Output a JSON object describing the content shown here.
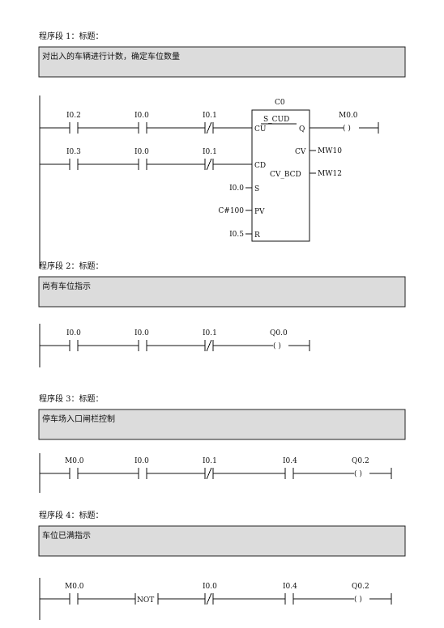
{
  "networks": [
    {
      "heading": "程序段 1：标题：",
      "comment": "对出入的车辆进行计数，确定车位数量",
      "rung1": {
        "c1": "I0.2",
        "c2": "I0.0",
        "c3": "I0.1",
        "coil": "M0.0"
      },
      "rung2": {
        "c1": "I0.3",
        "c2": "I0.0",
        "c3": "I0.1"
      },
      "counter": {
        "name": "C0",
        "type": "S_CUD",
        "pins_left": [
          "CU",
          "CD",
          "S",
          "PV",
          "R"
        ],
        "pins_right": [
          "Q",
          "CV",
          "CV_BCD"
        ],
        "s_input": "I0.0",
        "pv_input": "C#100",
        "r_input": "I0.5",
        "cv_output": "MW10",
        "cvbcd_output": "MW12"
      }
    },
    {
      "heading": "程序段 2：标题：",
      "comment": "尚有车位指示",
      "contacts": [
        "I0.0",
        "I0.0",
        "I0.1"
      ],
      "coil": "Q0.0"
    },
    {
      "heading": "程序段 3：标题：",
      "comment": "停车场入口闸栏控制",
      "contacts": [
        "M0.0",
        "I0.0",
        "I0.1",
        "I0.4"
      ],
      "coil": "Q0.2"
    },
    {
      "heading": "程序段 4：标题：",
      "comment": "车位已满指示",
      "contacts": [
        "M0.0",
        "I0.0",
        "I0.4"
      ],
      "not_label": "NOT",
      "coil": "Q0.2"
    }
  ],
  "coil_symbol": "( )"
}
